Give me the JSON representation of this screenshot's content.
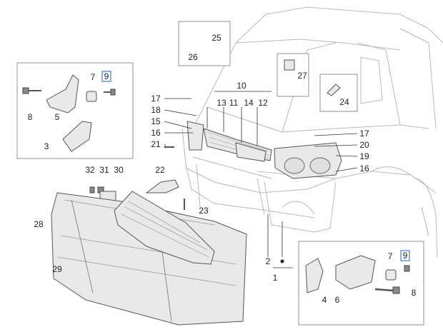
{
  "diagram": {
    "callouts": {
      "c1": "1",
      "c2": "2",
      "c3": "3",
      "c4": "4",
      "c5": "5",
      "c6": "6",
      "c7a": "7",
      "c7b": "7",
      "c8a": "8",
      "c8b": "8",
      "c9a": "9",
      "c9b": "9",
      "c10": "10",
      "c11": "11",
      "c12": "12",
      "c13": "13",
      "c14": "14",
      "c15": "15",
      "c16a": "16",
      "c16b": "16",
      "c17a": "17",
      "c17b": "17",
      "c18": "18",
      "c19": "19",
      "c20": "20",
      "c21": "21",
      "c22": "22",
      "c23": "23",
      "c24": "24",
      "c25": "25",
      "c26": "26",
      "c27": "27",
      "c28": "28",
      "c29": "29",
      "c30": "30",
      "c31": "31",
      "c32": "32"
    },
    "highlight_color": "#3b7fc4"
  }
}
